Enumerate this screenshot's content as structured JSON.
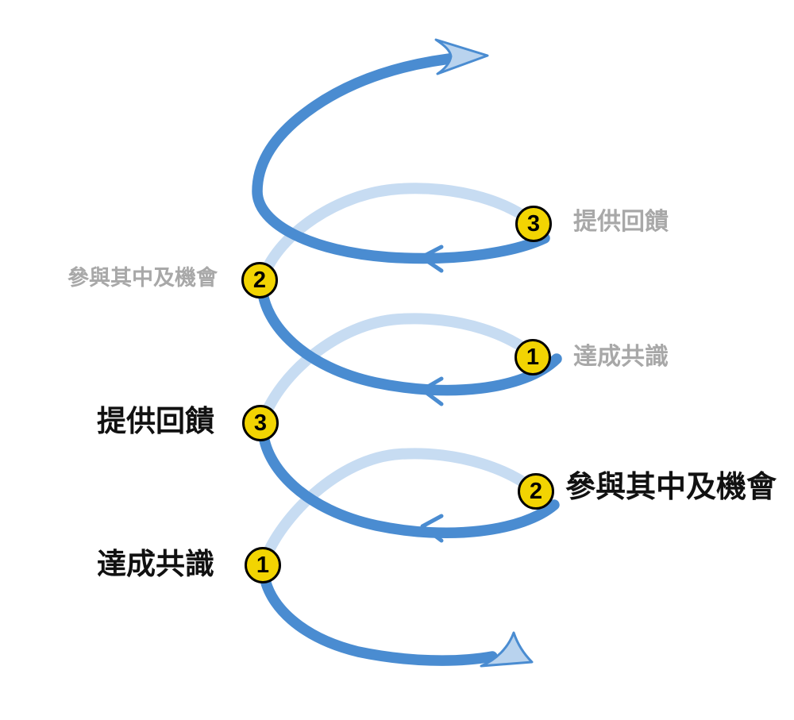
{
  "diagram": {
    "type": "upward-spiral-process",
    "colors": {
      "spiral_front": "#4a8cd1",
      "spiral_back": "#c7dcf2",
      "arrowhead_fill": "#b9d3ee",
      "step_fill": "#f2d402",
      "step_border": "#000000",
      "label_gray": "#a8a8a8",
      "label_black": "#111111"
    },
    "markers": [
      {
        "num": "3",
        "label": "提供回饋",
        "side": "right",
        "emphasis": "gray"
      },
      {
        "num": "2",
        "label": "參與其中及機會",
        "side": "left",
        "emphasis": "gray"
      },
      {
        "num": "1",
        "label": "達成共識",
        "side": "right",
        "emphasis": "gray"
      },
      {
        "num": "3",
        "label": "提供回饋",
        "side": "left",
        "emphasis": "black"
      },
      {
        "num": "2",
        "label": "參與其中及機會",
        "side": "right",
        "emphasis": "black"
      },
      {
        "num": "1",
        "label": "達成共識",
        "side": "left",
        "emphasis": "black"
      }
    ]
  }
}
